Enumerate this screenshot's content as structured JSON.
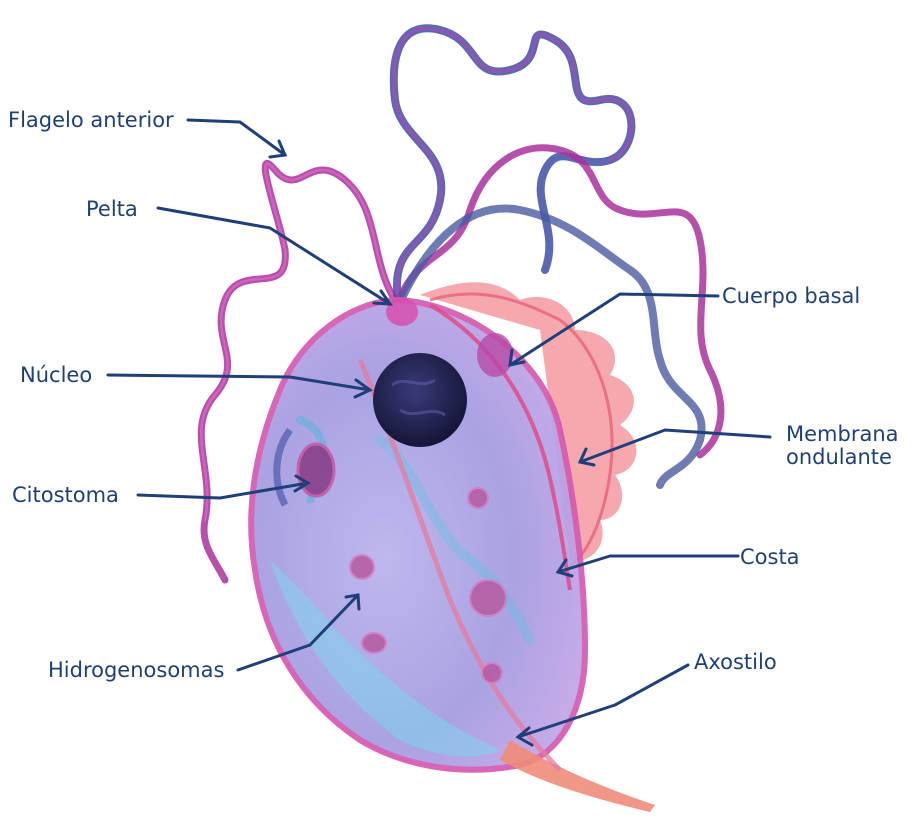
{
  "labels": {
    "flagelo": "Flagelo anterior",
    "pelta": "Pelta",
    "nucleo": "Núcleo",
    "citostoma": "Citostoma",
    "hidrogenosomas": "Hidrogenosomas",
    "cuerpo_basal": "Cuerpo basal",
    "membrana_line1": "Membrana",
    "membrana_line2": "ondulante",
    "costa": "Costa",
    "axostilo": "Axostilo"
  },
  "colors": {
    "label_text": "#1f3f7a",
    "leader_line": "#1f3f7a",
    "body_fill": "#a9a2e3",
    "body_outline": "#d45ab0",
    "flagella_violet": "#8a3fa8",
    "flagella_blue": "#3f4f9f",
    "nucleus": "#1e1e4d",
    "undulating_membrane": "#f08c8c",
    "cyan_wash": "#7fd3ee"
  }
}
